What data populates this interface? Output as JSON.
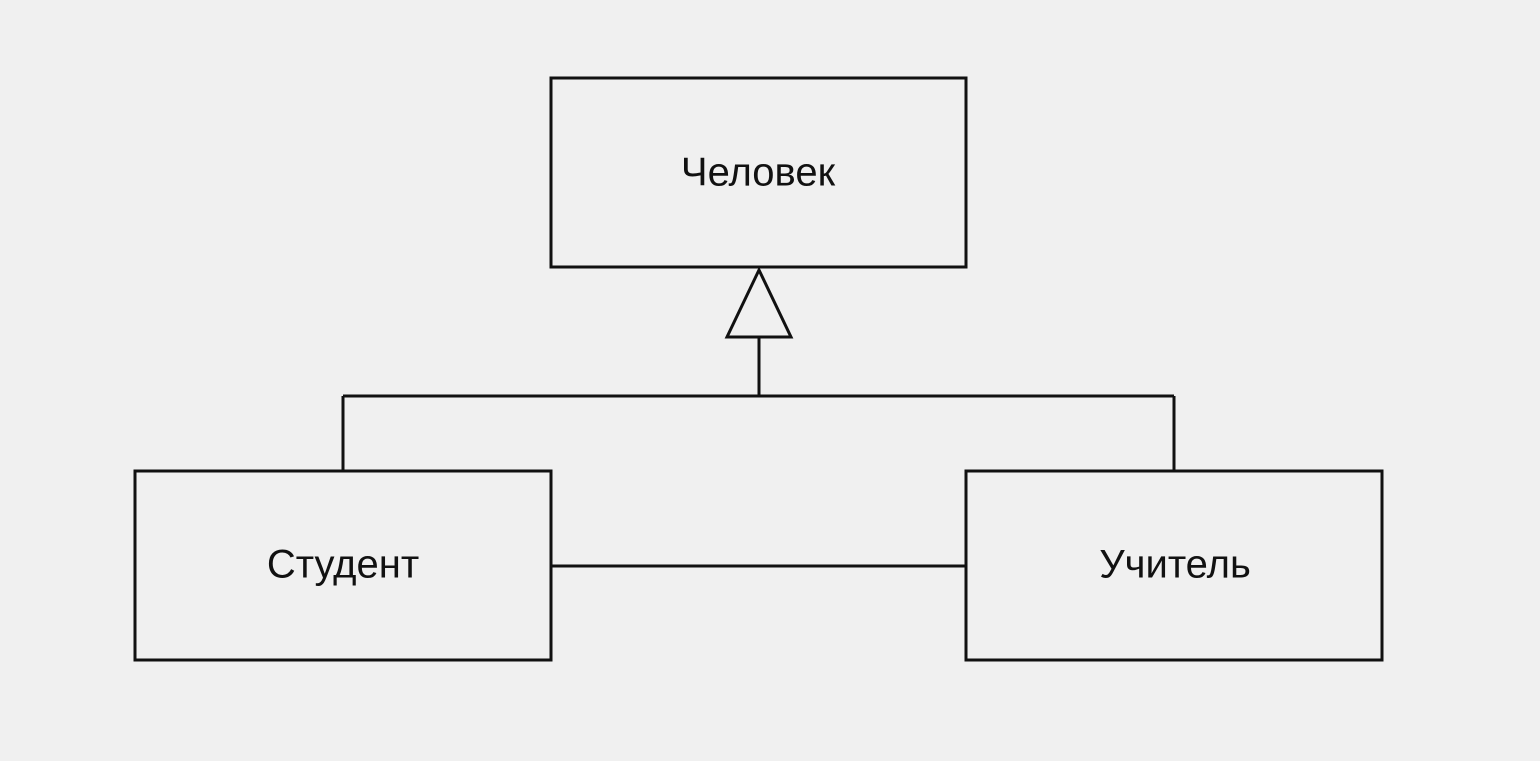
{
  "diagram": {
    "nodes": {
      "person": {
        "label": "Человек"
      },
      "student": {
        "label": "Студент"
      },
      "teacher": {
        "label": "Учитель"
      }
    },
    "relations": [
      {
        "type": "generalization",
        "from": "student",
        "to": "person"
      },
      {
        "type": "generalization",
        "from": "teacher",
        "to": "person"
      },
      {
        "type": "association",
        "from": "student",
        "to": "teacher"
      }
    ],
    "colors": {
      "background": "#f0f0f0",
      "stroke": "#111111",
      "text": "#111111"
    }
  }
}
